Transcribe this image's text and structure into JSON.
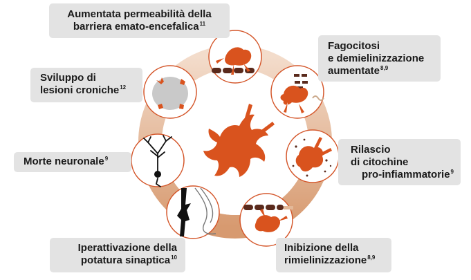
{
  "labels": {
    "bbb": {
      "lines": [
        "Aumentata permeabilità della",
        "barriera emato-encefalica"
      ],
      "ref": "11"
    },
    "phago": {
      "lines": [
        "Fagocitosi",
        "e demielinizzazione",
        "aumentate"
      ],
      "ref": "8,9"
    },
    "cyto": {
      "lines": [
        "Rilascio",
        "di citochine",
        "pro-infiammatorie"
      ],
      "ref": "9"
    },
    "remyel": {
      "lines": [
        "Inibizione della",
        "rimielinizzazione"
      ],
      "ref": "8,9"
    },
    "prune": {
      "lines": [
        "Iperattivazione della",
        "potatura sinaptica"
      ],
      "ref": "10"
    },
    "neuron": {
      "lines": [
        "Morte neuronale"
      ],
      "ref": "9"
    },
    "lesion": {
      "lines": [
        "Sviluppo di",
        "lesioni croniche"
      ],
      "ref": "12"
    }
  },
  "colors": {
    "microglia": "#d9531e",
    "ring": "#e9c3a8",
    "ring_dark": "#d9a27e",
    "box": "#e3e3e3",
    "myelin": "#5a2a1c",
    "circle_border": "#d4562a"
  },
  "icons": [
    "barrier-cells-icon",
    "phagocytosis-icon",
    "cytokine-icon",
    "remyelination-icon",
    "synapse-icon",
    "neuron-icon",
    "lesion-icon",
    "microglia-icon"
  ]
}
